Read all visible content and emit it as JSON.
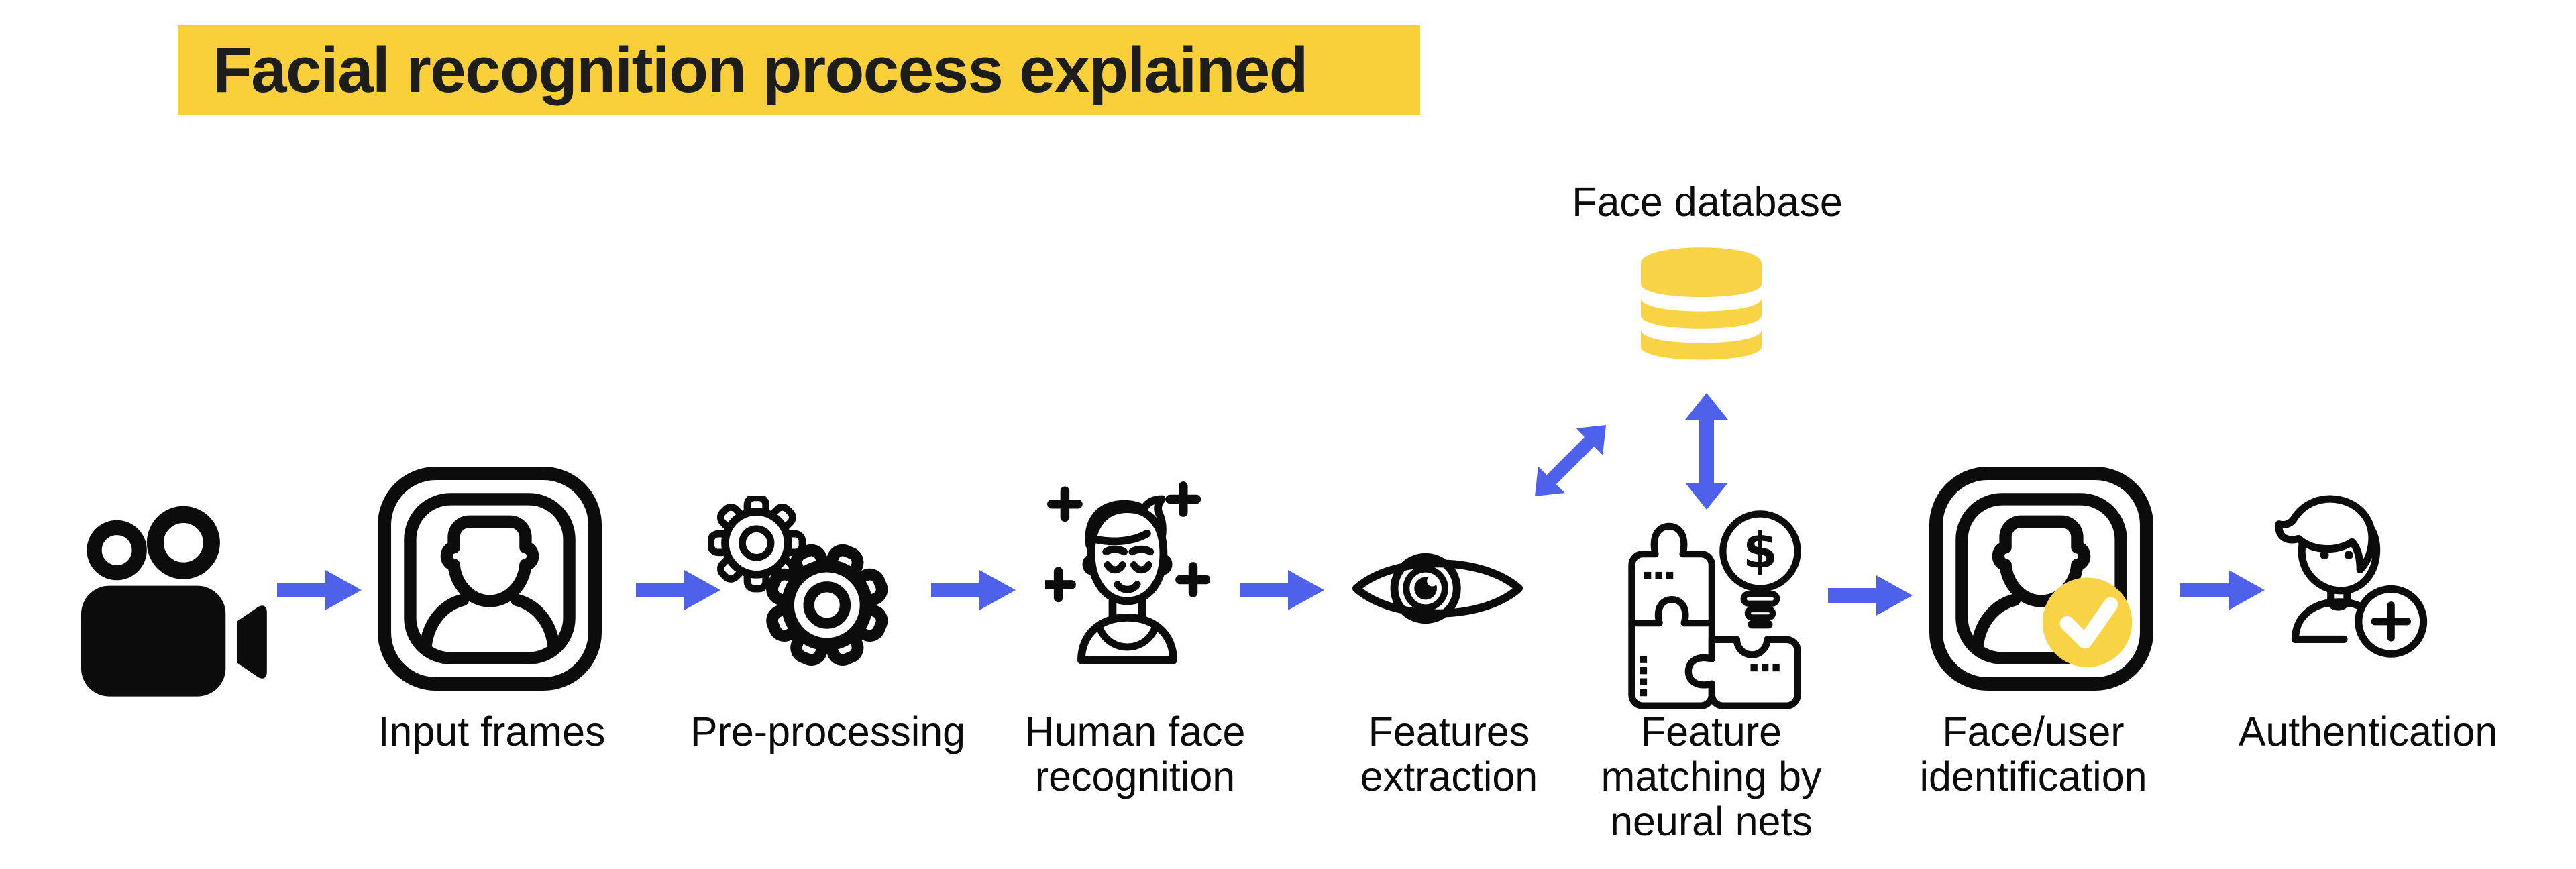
{
  "title": {
    "text": "Facial recognition process explained"
  },
  "colors": {
    "title_highlight_yellow": "#F9D03A",
    "icon_yellow": "#F7D345",
    "arrow_blue": "#4F61EA",
    "ink": "#0C0C0C"
  },
  "database": {
    "label": "Face database",
    "icon": "database-cylinder-icon"
  },
  "steps": [
    {
      "name": "video-input",
      "icon": "video-camera-icon",
      "label_lines": []
    },
    {
      "name": "input-frames",
      "icon": "face-frame-icon",
      "label_lines": [
        "Input frames"
      ]
    },
    {
      "name": "pre-processing",
      "icon": "gears-icon",
      "label_lines": [
        "Pre-processing"
      ]
    },
    {
      "name": "human-face-recognition",
      "icon": "face-landmarks-icon",
      "label_lines": [
        "Human face",
        "recognition"
      ]
    },
    {
      "name": "features-extraction",
      "icon": "eye-icon",
      "label_lines": [
        "Features",
        "extraction"
      ]
    },
    {
      "name": "feature-matching",
      "icon": "puzzle-lightbulb-icon",
      "bulb_symbol": "$",
      "label_lines": [
        "Feature",
        "matching by",
        "neural nets"
      ]
    },
    {
      "name": "face-user-identification",
      "icon": "face-id-check-icon",
      "label_lines": [
        "Face/user",
        "identification"
      ]
    },
    {
      "name": "authentication",
      "icon": "person-add-icon",
      "label_lines": [
        "Authentication"
      ]
    }
  ]
}
